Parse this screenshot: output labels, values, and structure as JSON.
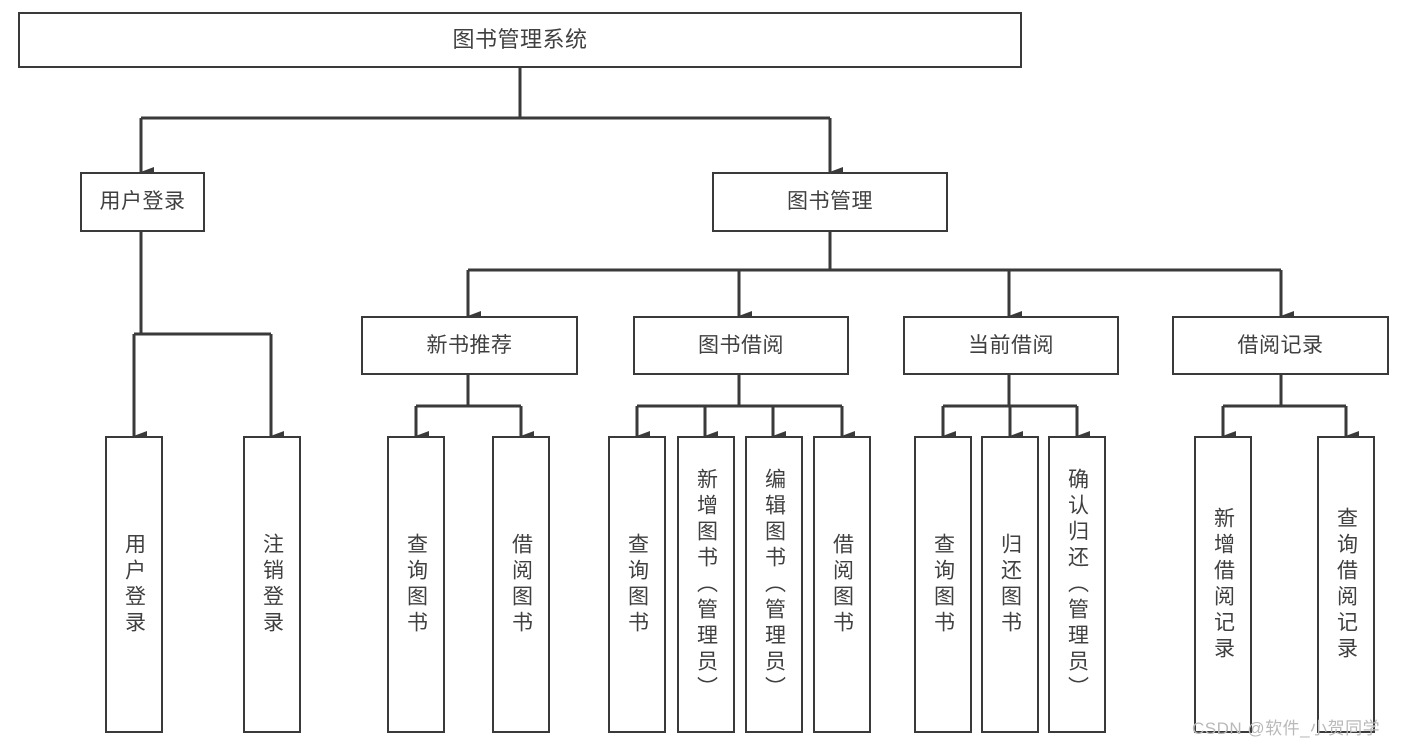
{
  "diagram": {
    "title": "图书管理系统",
    "type": "tree",
    "stroke_color": "#3a3a3a",
    "text_color": "#404040",
    "background_color": "#ffffff",
    "root": {
      "label": "图书管理系统"
    },
    "level2": [
      {
        "label": "用户登录"
      },
      {
        "label": "图书管理"
      }
    ],
    "level3": [
      {
        "label": "新书推荐"
      },
      {
        "label": "图书借阅"
      },
      {
        "label": "当前借阅"
      },
      {
        "label": "借阅记录"
      }
    ],
    "leaves": {
      "user_login": [
        {
          "label": "用户登录"
        },
        {
          "label": "注销登录"
        }
      ],
      "new_book": [
        {
          "label": "查询图书"
        },
        {
          "label": "借阅图书"
        }
      ],
      "borrow": [
        {
          "label": "查询图书"
        },
        {
          "label": "新增图书（管理员）"
        },
        {
          "label": "编辑图书（管理员）"
        },
        {
          "label": "借阅图书"
        }
      ],
      "current": [
        {
          "label": "查询图书"
        },
        {
          "label": "归还图书"
        },
        {
          "label": "确认归还（管理员）"
        }
      ],
      "records": [
        {
          "label": "新增借阅记录"
        },
        {
          "label": "查询借阅记录"
        }
      ]
    }
  },
  "watermark": {
    "text": "CSDN @软件_小贺同学"
  }
}
